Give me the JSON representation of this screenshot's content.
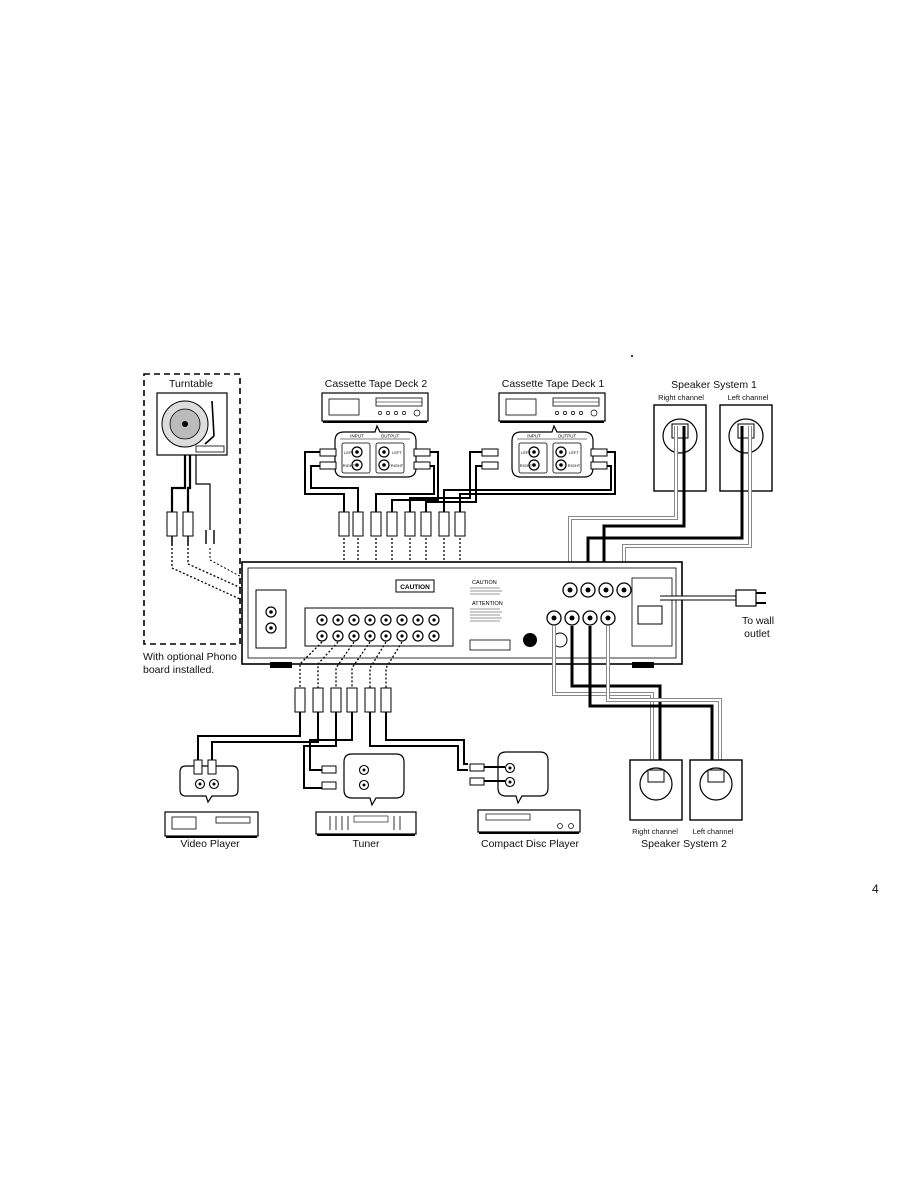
{
  "labels": {
    "turntable": "Turntable",
    "cassette_deck_2": "Cassette Tape Deck 2",
    "cassette_deck_1": "Cassette Tape Deck 1",
    "speaker_system_1": "Speaker System 1",
    "right_channel_1": "Right channel",
    "left_channel_1": "Left channel",
    "to_wall": "To wall",
    "outlet": "outlet",
    "phono_note_line1": "With optional Phono",
    "phono_note_line2": "board installed.",
    "video_player": "Video Player",
    "tuner": "Tuner",
    "cd_player": "Compact Disc Player",
    "right_channel_2": "Right channel",
    "left_channel_2": "Left channel",
    "speaker_system_2": "Speaker System 2",
    "page_number": "4"
  },
  "panel_text": {
    "input": "INPUT",
    "output": "OUTPUT",
    "left": "LEFT",
    "right": "RIGHT",
    "caution_sticker": "CAUTION",
    "caution_heading": "CAUTION",
    "attention_heading": "ATTENTION"
  }
}
